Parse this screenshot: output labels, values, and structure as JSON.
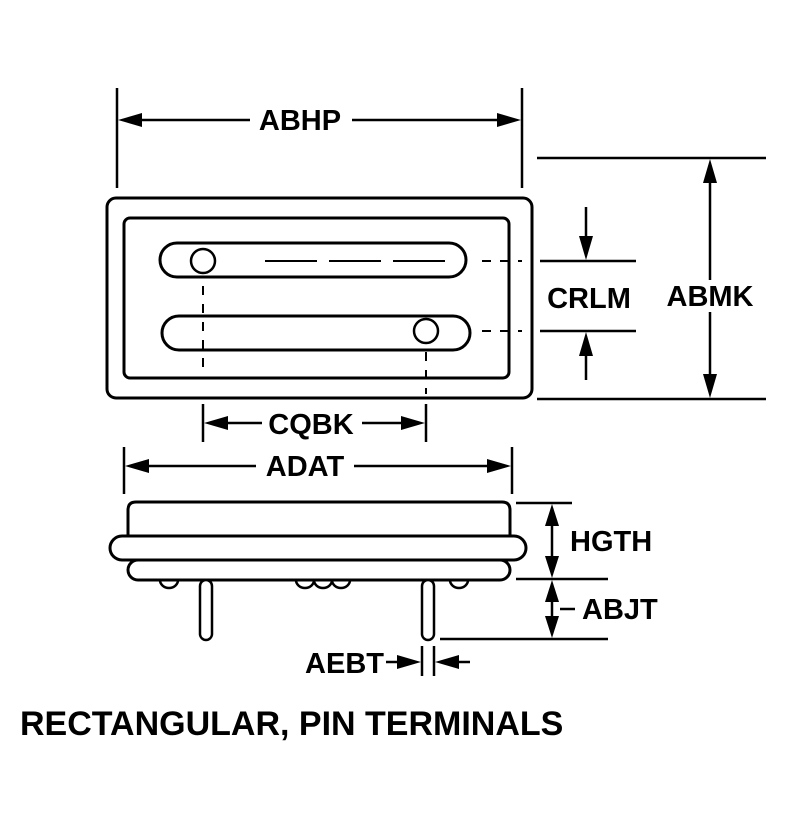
{
  "dimensions": {
    "abhp": "ABHP",
    "abmk": "ABMK",
    "crlm": "CRLM",
    "cqbk": "CQBK",
    "adat": "ADAT",
    "hgth": "HGTH",
    "abjt": "ABJT",
    "aebt": "AEBT"
  },
  "caption": "RECTANGULAR, PIN TERMINALS"
}
